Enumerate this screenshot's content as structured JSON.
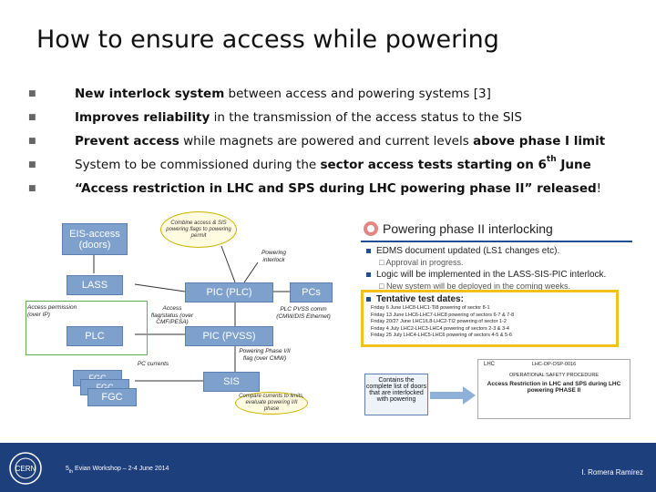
{
  "title": "How to ensure access while powering",
  "bullets": [
    {
      "b1": "New interlock system",
      "t1": " between access and powering systems [3]"
    },
    {
      "b1": "Improves reliability",
      "t1": " in the transmission of the access status to the SIS"
    },
    {
      "b1": "Prevent access",
      "t1": " while magnets are powered and current levels ",
      "b2": "above phase I limit"
    },
    {
      "t1": "System to be commissioned during the ",
      "b1": "sector access tests starting on 6",
      "sup": "th",
      "b2": " June"
    },
    {
      "b1": "“Access restriction in LHC and SPS during LHC powering phase II” released",
      "t1": "!"
    }
  ],
  "diagram": {
    "eis_access": "EIS-access (doors)",
    "lass": "LASS",
    "plc": "PLC",
    "pic_plc": "PIC (PLC)",
    "pcs": "PCs",
    "pic_pvss": "PIC (PVSS)",
    "sis": "SIS",
    "fgc": "FGC",
    "fgc_stack": "FGC",
    "note_combine": "Combine access & SIS powering flags to powering permit",
    "note_powering_interlock": "Powering interlock",
    "note_access_permission": "Access permission (over IP)",
    "note_access_flag": "Access flag/status (over CMF/PESA)",
    "note_plc_pvss": "PLC PVSS comm (CMW/DIS Ethernet)",
    "note_powering_phase": "Powering Phase I/II flag (over CMW)",
    "note_pc_currents": "PC currents",
    "note_compare": "Compare currents to limits, evaluate powering I/II phase"
  },
  "panel": {
    "title": "Powering phase II interlocking",
    "items": [
      {
        "text": "EDMS document updated (LS1 changes etc).",
        "type": "main"
      },
      {
        "text": "Approval in progress.",
        "type": "sub"
      },
      {
        "text": "Logic will be implemented in the LASS-SIS-PIC interlock.",
        "type": "main"
      },
      {
        "text": "New system will be deployed in the coming weeks.",
        "type": "sub"
      },
      {
        "text": "Tentative test dates:",
        "type": "main"
      }
    ],
    "dates": [
      "Friday 6 June     LHC8-LHC1-TI8     powering of sector 8-1",
      "Friday 13 June    LHC6-LHC7-LHC8    powering of sectors 6-7 & 7-8",
      "Friday 20/27 June LHC1/L8-LHC2-TI2  powering of sector 1-2",
      "Friday 4 July     LHC2-LHC3-LHC4    powering of sectors 2-3 & 3-4",
      "Friday 25 July    LHC4-LHC5-LHC6    powering of sectors 4-5 & 5-6"
    ],
    "callout": "Contains the complete list of doors that are interlocked with powering",
    "doc_header": "OPERATIONAL SAFETY PROCEDURE",
    "doc_title": "Access Restriction in LHC and SPS during LHC powering PHASE II",
    "doc_ref": "LHC-OP-OSP-0016",
    "doc_lhc": "LHC"
  },
  "footer": {
    "left_pre": "5",
    "left_sup": "th",
    "left_post": " Evian Workshop – 2-4 June 2014",
    "right": "I. Romera Ramírez",
    "logo_text": "CERN"
  },
  "colors": {
    "box": "#7da0cd",
    "footer": "#1d3f7c",
    "highlight": "#f2c21b"
  }
}
